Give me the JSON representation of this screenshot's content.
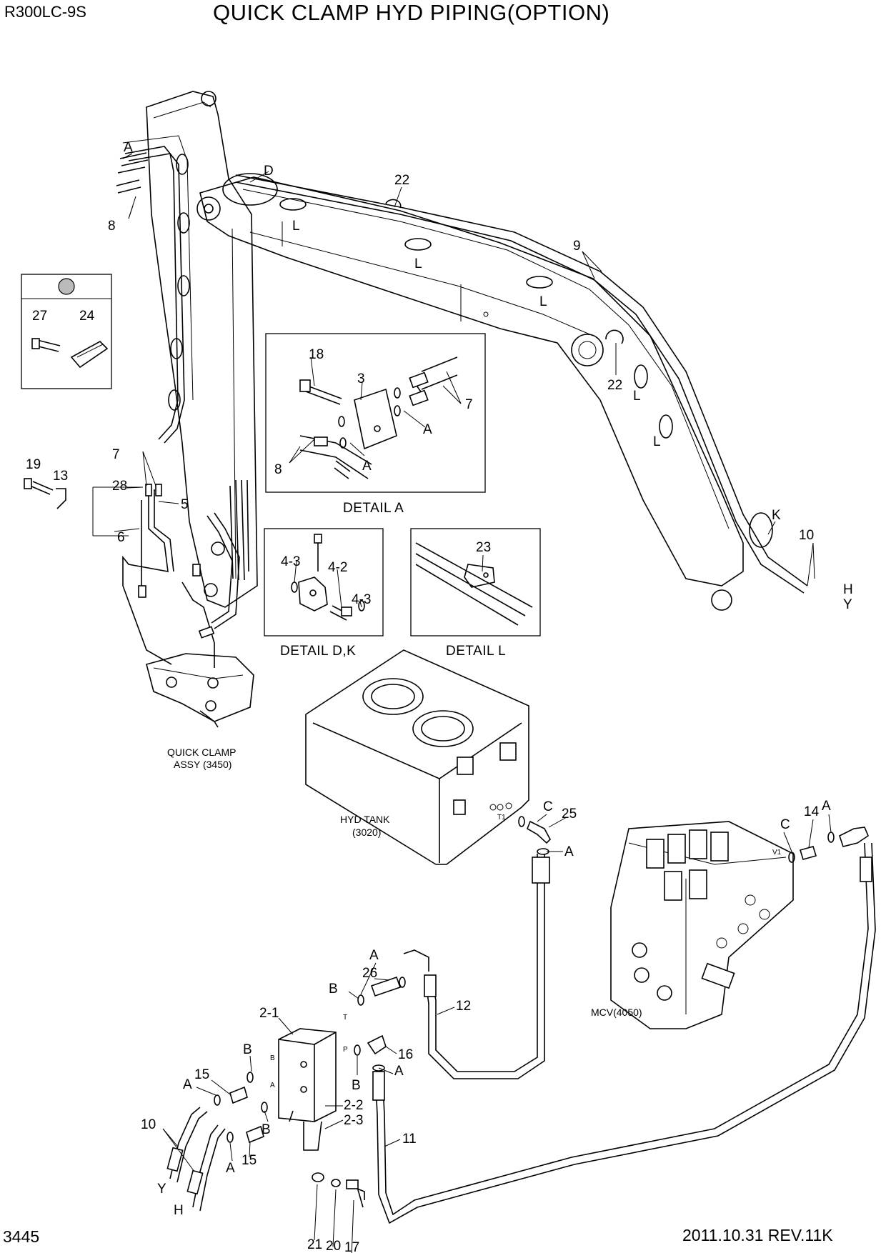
{
  "header": {
    "model": "R300LC-9S",
    "title": "QUICK CLAMP HYD PIPING(OPTION)"
  },
  "footer": {
    "page_number": "3445",
    "revision": "2011.10.31  REV.11K"
  },
  "details": {
    "detail_a": "DETAIL  A",
    "detail_dk": "DETAIL  D,K",
    "detail_l": "DETAIL L"
  },
  "assemblies": {
    "quick_clamp_line1": "QUICK CLAMP",
    "quick_clamp_line2": "ASSY (3450)",
    "hyd_tank_line1": "HYD TANK",
    "hyd_tank_line2": "(3020)",
    "mcv": "MCV(4050)"
  },
  "port_marks": {
    "t1": "T1",
    "v1": "V1",
    "t": "T",
    "p": "P",
    "a": "A",
    "b": "B"
  },
  "callouts": {
    "boom_a": "A",
    "boom_d": "D",
    "boom_8": "8",
    "boom_22a": "22",
    "boom_9": "9",
    "boom_l1": "L",
    "boom_l2": "L",
    "boom_l3": "L",
    "boom_l4": "L",
    "boom_l5": "L",
    "boom_22b": "22",
    "boom_k": "K",
    "boom_10": "10",
    "boom_h": "H",
    "boom_y": "Y",
    "kit_27": "27",
    "kit_24": "24",
    "arm_19": "19",
    "arm_13": "13",
    "arm_7": "7",
    "arm_28": "28",
    "arm_5": "5",
    "arm_6": "6",
    "da_18": "18",
    "da_3": "3",
    "da_7": "7",
    "da_a1": "A",
    "da_a2": "A",
    "da_8": "8",
    "dk_43a": "4-3",
    "dk_42": "4-2",
    "dk_43b": "4-3",
    "dl_23": "23",
    "tank_c": "C",
    "tank_25": "25",
    "tank_a": "A",
    "mcv_c": "C",
    "mcv_14": "14",
    "mcv_a": "A",
    "v_a1": "A",
    "v_26": "26",
    "v_b1": "B",
    "v_12": "12",
    "v_21": "2-1",
    "v_b2": "B",
    "v_16": "16",
    "v_15a": "15",
    "v_a2": "A",
    "v_b3": "B",
    "v_a3": "A",
    "v_22": "2-2",
    "v_23": "2-3",
    "v_10": "10",
    "v_b4": "B",
    "v_15b": "15",
    "v_a4": "A",
    "v_11": "11",
    "v_y": "Y",
    "v_h": "H",
    "v_21b": "21",
    "v_20": "20",
    "v_17": "17"
  }
}
